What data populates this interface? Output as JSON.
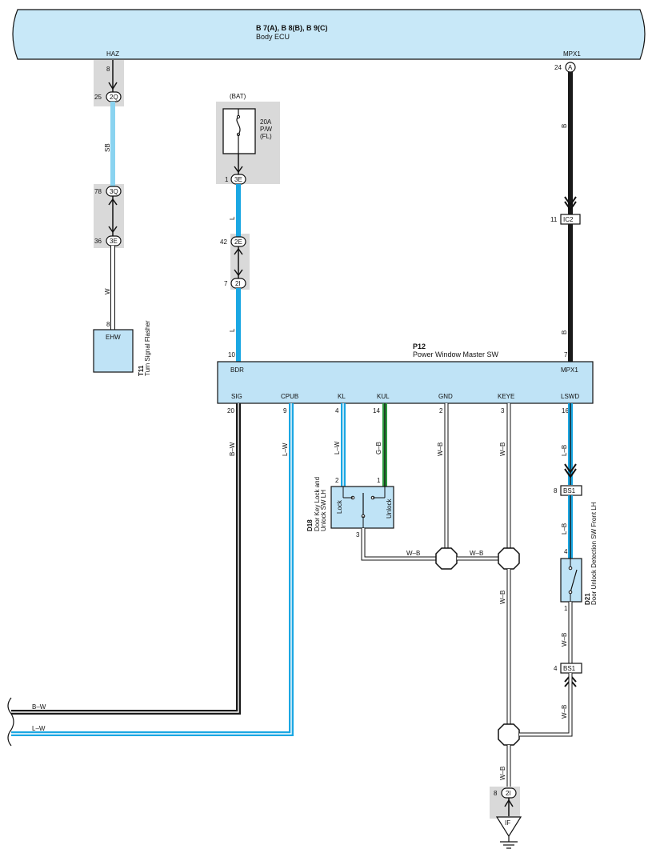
{
  "ecu": {
    "codes": "B 7(A), B 8(B), B 9(C)",
    "name": "Body ECU",
    "term_haz": "HAZ",
    "term_mpx1": "MPX1",
    "pin_haz": "8",
    "pin_mpx1": "24",
    "conn_a": "A"
  },
  "connectors": {
    "c2q": "2Q",
    "c3q": "3Q",
    "c3e": "3E",
    "c2e": "2E",
    "c2i": "2I",
    "ic2": "IC2",
    "bs1": "BS1",
    "ground": "IF"
  },
  "pins": {
    "p25": "25",
    "p78": "78",
    "p36": "36",
    "p8_ehw": "8",
    "p1_3e": "1",
    "p42": "42",
    "p7_2i": "7",
    "p11": "11",
    "p10": "10",
    "p7_mpx": "7",
    "p20": "20",
    "p9": "9",
    "p4_kl": "4",
    "p14": "14",
    "p2_gnd": "2",
    "p3_keye": "3",
    "p16": "16",
    "p2_d18": "2",
    "p1_d18": "1",
    "p3_d18": "3",
    "p8_bs1": "8",
    "p4_d21": "4",
    "p1_d21": "1",
    "p4_bs1": "4",
    "p8_2i": "8"
  },
  "wires": {
    "sb": "SB",
    "w": "W",
    "l_a": "L",
    "l_b": "L",
    "b_a": "B",
    "b_b": "B",
    "bw": "B–W",
    "lw": "L–W",
    "lw_kl": "L–W",
    "gb": "G–B",
    "wb_gnd": "W–B",
    "wb_keye": "W–B",
    "lb_a": "L–B",
    "lb_b": "L–B",
    "wb_h1": "W–B",
    "wb_h2": "W–B",
    "wb_v1": "W–B",
    "wb_d21": "W–B",
    "wb_bs1": "W–B",
    "wb_bot": "W–B",
    "bw_out": "B–W",
    "lw_out": "L–W"
  },
  "fuse": {
    "source": "(BAT)",
    "rating": "20A",
    "name": "P/W",
    "sub": "(FL)"
  },
  "t11": {
    "box_label": "EHW",
    "code": "T11",
    "name": "Turn Signal Flasher"
  },
  "p12": {
    "code": "P12",
    "name": "Power Window Master SW",
    "terminals": [
      "BDR",
      "MPX1",
      "SIG",
      "CPUB",
      "KL",
      "KUL",
      "GND",
      "KEYE",
      "LSWD"
    ]
  },
  "d18": {
    "code": "D18",
    "name_line1": "Door Key Lock and",
    "name_line2": "Unlock SW LH",
    "lock": "Lock",
    "unlock": "Unlock"
  },
  "d21": {
    "code": "D21",
    "name": "Door Unlock Detection SW Front LH"
  },
  "colors": {
    "ecu_fill": "#c8e8f8",
    "box_fill": "#bfe3f6",
    "conn_bg": "#d9d9d9",
    "wire_sb": "#8ad3f0",
    "wire_l": "#1aa7e3",
    "wire_b": "#1a1a1a",
    "wire_g": "#2d9a3e",
    "wire_w": "#ffffff"
  }
}
